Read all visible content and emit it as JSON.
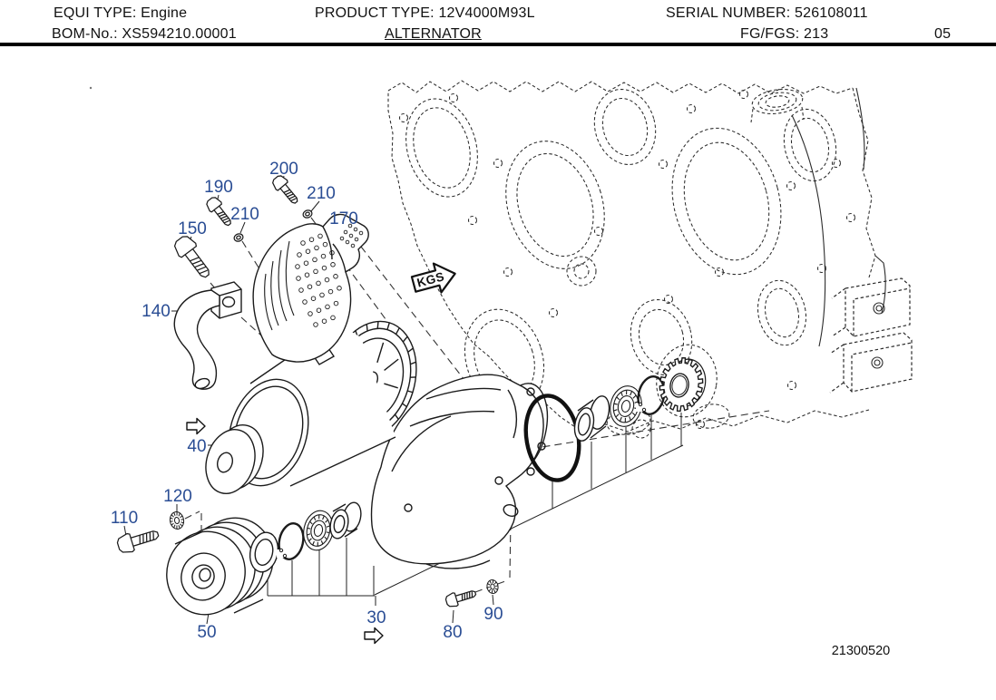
{
  "header": {
    "equi_type": "EQUI TYPE: Engine",
    "bom_no": "BOM-No.: XS594210.00001",
    "product_type": "PRODUCT TYPE: 12V4000M93L",
    "assembly_title": "ALTERNATOR",
    "serial_number": "SERIAL NUMBER: 526108011",
    "fg_fgs": "FG/FGS: 213",
    "sheet_no": "05"
  },
  "diagram": {
    "drawing_number": "21300520",
    "flow_arrow_label": "KGS",
    "callouts": [
      {
        "label": "200"
      },
      {
        "label": "190"
      },
      {
        "label": "210"
      },
      {
        "label": "210"
      },
      {
        "label": "170"
      },
      {
        "label": "150"
      },
      {
        "label": "140"
      },
      {
        "label": "40"
      },
      {
        "label": "110"
      },
      {
        "label": "120"
      },
      {
        "label": "50"
      },
      {
        "label": "30"
      },
      {
        "label": "80"
      },
      {
        "label": "90"
      }
    ]
  },
  "colors": {
    "callout_blue": "#2a4d94",
    "line_black": "#1b1b1b"
  }
}
